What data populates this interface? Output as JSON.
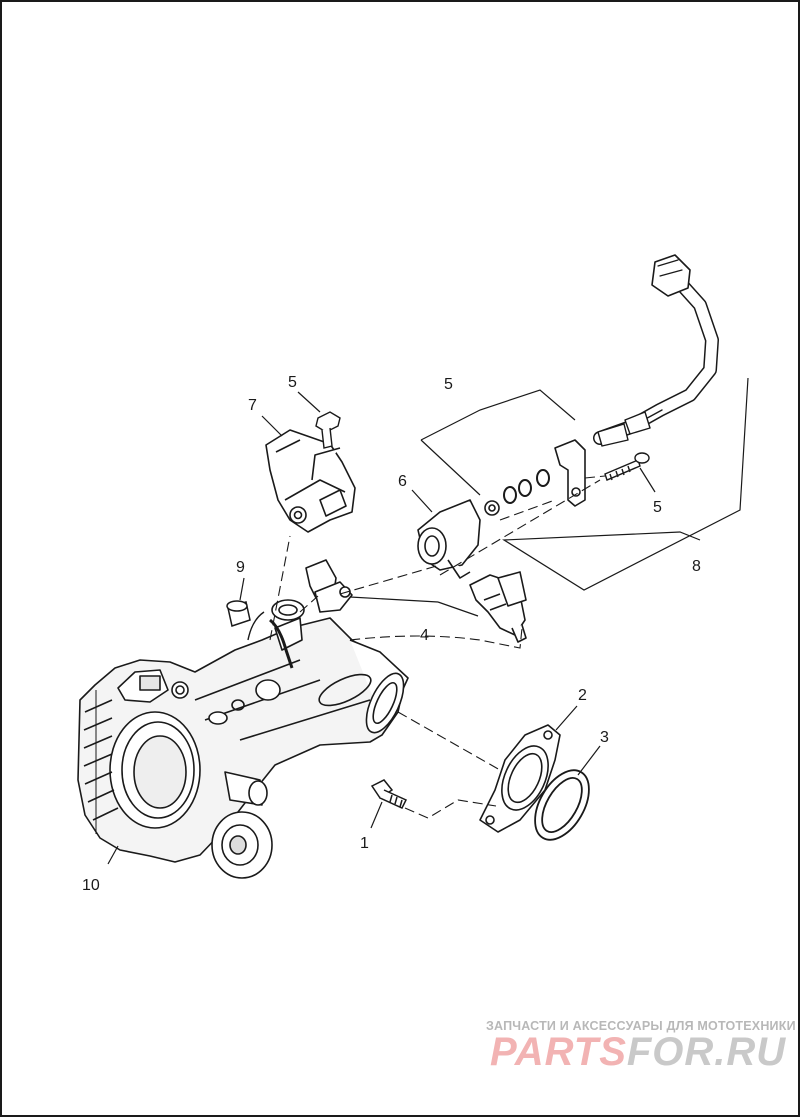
{
  "callouts": {
    "c1": "1",
    "c2": "2",
    "c3": "3",
    "c4": "4",
    "c5a": "5",
    "c5b": "5",
    "c5c": "5",
    "c6": "6",
    "c7": "7",
    "c8": "8",
    "c9": "9",
    "c10": "10"
  },
  "watermark": {
    "tagline": "ЗАПЧАСТИ И АКСЕССУАРЫ ДЛЯ МОТОТЕХНИКИ",
    "brand_part1": "PARTS",
    "brand_part2": "FOR.RU"
  },
  "colors": {
    "line": "#1a1a1a",
    "watermark_red": "#f2b3b3",
    "watermark_gray": "#c9c9c9"
  }
}
